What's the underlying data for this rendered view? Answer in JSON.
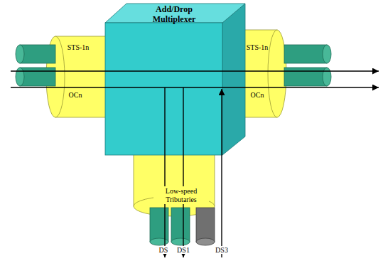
{
  "diagram": {
    "nodes": [
      {
        "text": [
          "Add/Drop Multiplexer"
        ]
      },
      {
        "text": [
          "STS-1n",
          "OCn"
        ]
      },
      {
        "text": [
          "STS-1n",
          "OCn"
        ]
      },
      {
        "text": [
          "Low-speed Tributaries"
        ]
      }
    ],
    "labels": [
      "DS",
      "DS1",
      "DS3"
    ]
  }
}
